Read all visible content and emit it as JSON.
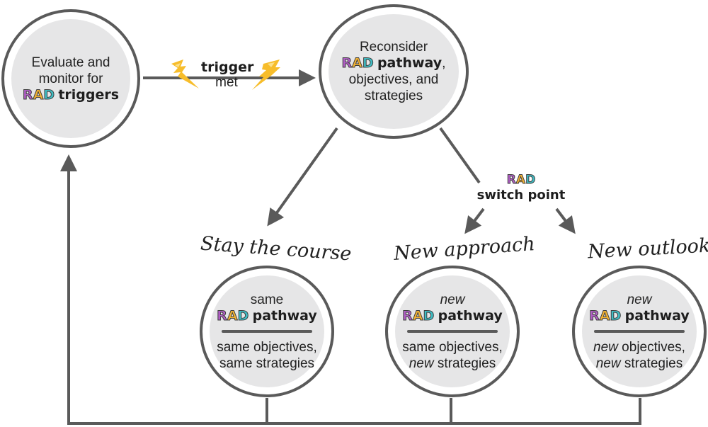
{
  "colors": {
    "rad_r": "#b25fc7",
    "rad_a": "#f2b233",
    "rad_d": "#3fbdc4",
    "line": "#5a5a5a",
    "node_fill": "#e6e6e7",
    "bolt": "#f7bd2b"
  },
  "rad": {
    "r": "R",
    "a": "A",
    "d": "D"
  },
  "nodes": {
    "evaluate": {
      "line1": "Evaluate and",
      "line2": "monitor for",
      "bold": "triggers"
    },
    "reconsider": {
      "line1": "Reconsider",
      "bold": "pathway",
      "comma": ",",
      "line3": "objectives, and",
      "line4": "strategies"
    },
    "stay": {
      "heading": "Stay the course",
      "top": "same",
      "bold": "pathway",
      "bottom1": "same objectives,",
      "bottom2": "same strategies"
    },
    "approach": {
      "heading": "New approach",
      "top": "new",
      "bold": "pathway",
      "bottom1": "same objectives,",
      "bottom2_it": "new",
      "bottom2": " strategies"
    },
    "outlook": {
      "heading": "New outlook",
      "top": "new",
      "bold": "pathway",
      "bottom1_it": "new",
      "bottom1": " objectives,",
      "bottom2_it": "new",
      "bottom2": " strategies"
    }
  },
  "trigger_label": {
    "bold": "trigger",
    "normal": "met"
  },
  "switch_label": {
    "bold": "switch point"
  },
  "icons": [
    "lightning-bolt-icon",
    "lightning-bolt-icon"
  ]
}
